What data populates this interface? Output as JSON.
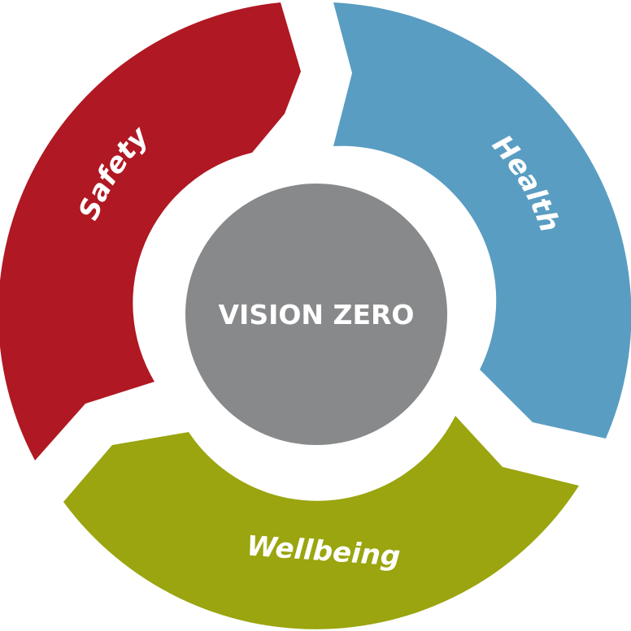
{
  "center": {
    "label": "VISION ZERO",
    "color": "#88898b"
  },
  "segments": [
    {
      "id": "safety",
      "label": "Safety",
      "color": "#b01823"
    },
    {
      "id": "health",
      "label": "Health",
      "color": "#5a9dc2"
    },
    {
      "id": "wellbeing",
      "label": "Wellbeing",
      "color": "#9aa50f"
    }
  ]
}
